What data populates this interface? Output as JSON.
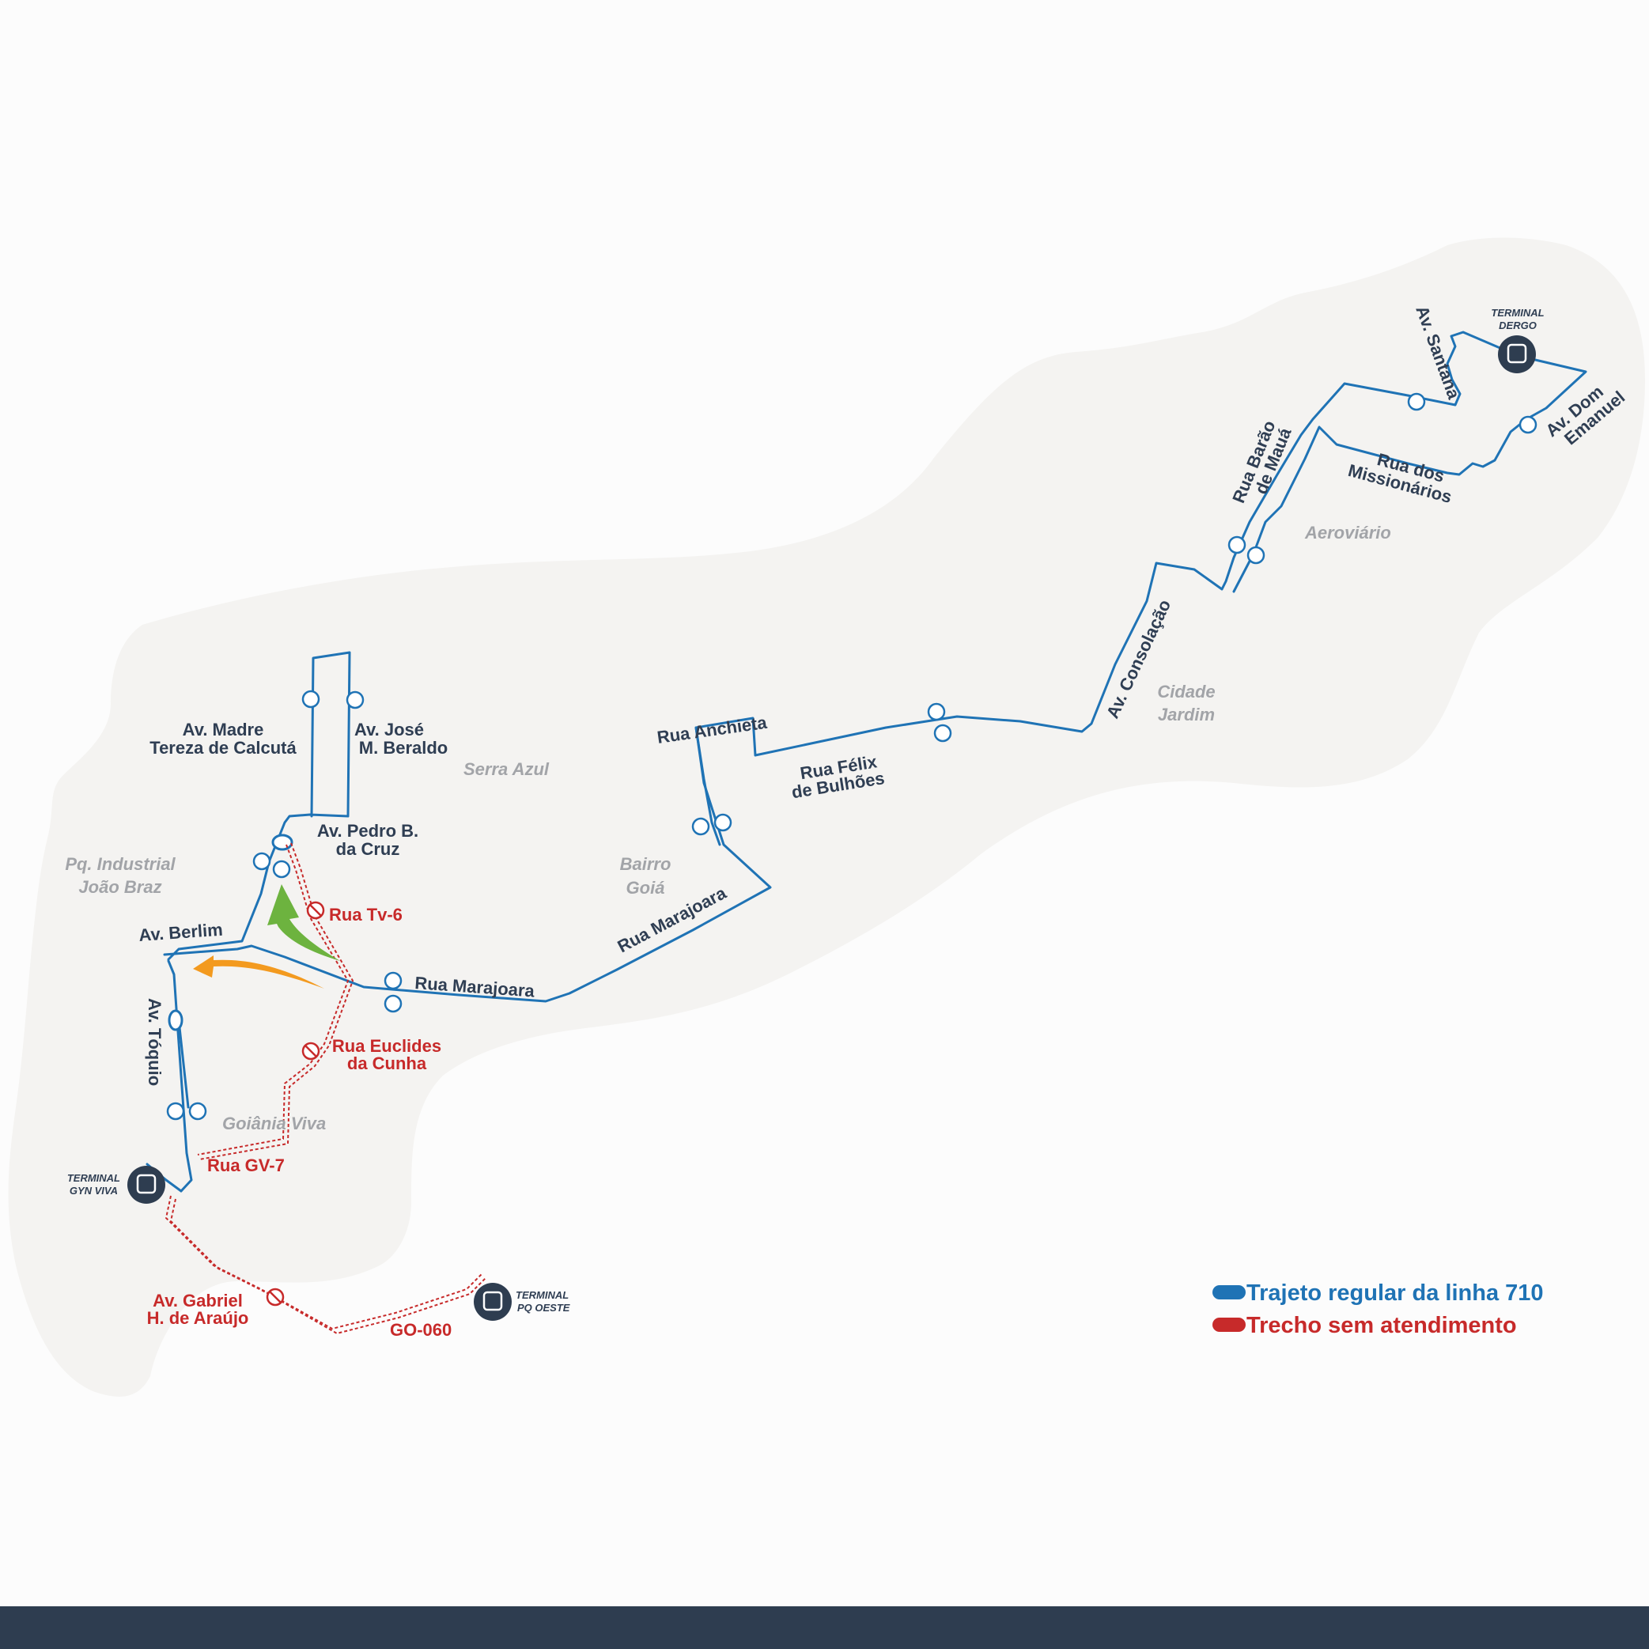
{
  "colors": {
    "background": "#fcfcfc",
    "area": "#f4f3f1",
    "route": "#1f73b5",
    "closed": "#c72a2a",
    "street_label": "#2f3e53",
    "neighborhood_label": "#a2a4a8",
    "detour_green": "#6db33f",
    "detour_orange": "#f39a1f",
    "footer": "#2e3d50"
  },
  "icons": {
    "terminal": "bus-terminal-icon",
    "stop": "bus-stop-arrow-icon",
    "no_service": "no-service-icon"
  },
  "streets": [
    "Av. Madre",
    "Tereza de Calcutá",
    "Av. José",
    "M. Beraldo",
    "Av. Pedro B.",
    "da Cruz",
    "Av. Berlim",
    "Av. Tóquio",
    "Rua Marajoara",
    "Rua Marajoara",
    "Rua Anchieta",
    "Rua Félix",
    "de Bulhões",
    "Av. Consolação",
    "Rua Barão",
    "de Mauá",
    "Av. Santana",
    "Rua dos",
    "Missionários",
    "Av. Dom",
    "Emanuel"
  ],
  "neighborhoods": [
    "Serra Azul",
    "Pq. Industrial",
    "João Braz",
    "Bairro",
    "Goiá",
    "Goiânia Viva",
    "Cidade",
    "Jardim",
    "Aeroviário"
  ],
  "closed_streets": [
    "Rua Tv-6",
    "Rua Euclides",
    "da Cunha",
    "Rua GV-7",
    "Av. Gabriel",
    "H. de Araújo",
    "GO-060"
  ],
  "terminals": [
    [
      "TERMINAL",
      "DERGO"
    ],
    [
      "TERMINAL",
      "GYN VIVA"
    ],
    [
      "TERMINAL",
      "PQ OESTE"
    ]
  ],
  "legend": {
    "regular": "Trajeto regular da linha 710",
    "closed": "Trecho sem atendimento"
  }
}
